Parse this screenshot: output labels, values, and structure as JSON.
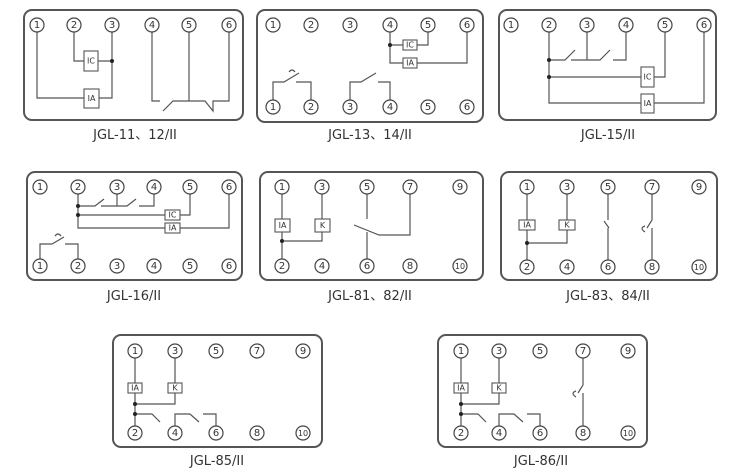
{
  "diagrams": [
    {
      "caption": "JGL-11、12/II",
      "top": [
        "1",
        "2",
        "3",
        "4",
        "5",
        "6"
      ],
      "bottom": [],
      "boxes": [
        "IC",
        "IA"
      ]
    },
    {
      "caption": "JGL-13、14/II",
      "top": [
        "1",
        "2",
        "3",
        "4",
        "5",
        "6"
      ],
      "bottom": [
        "1",
        "2",
        "3",
        "4",
        "5",
        "6"
      ],
      "boxes": [
        "IC",
        "IA"
      ]
    },
    {
      "caption": "JGL-15/II",
      "top": [
        "1",
        "2",
        "3",
        "4",
        "5",
        "6"
      ],
      "bottom": [],
      "boxes": [
        "IC",
        "IA"
      ]
    },
    {
      "caption": "JGL-16/II",
      "top": [
        "1",
        "2",
        "3",
        "4",
        "5",
        "6"
      ],
      "bottom": [
        "1",
        "2",
        "3",
        "4",
        "5",
        "6"
      ],
      "boxes": [
        "IC",
        "IA"
      ]
    },
    {
      "caption": "JGL-81、82/II",
      "top": [
        "1",
        "3",
        "5",
        "7",
        "9"
      ],
      "bottom": [
        "2",
        "4",
        "6",
        "8",
        "10"
      ],
      "boxes": [
        "IA",
        "K"
      ]
    },
    {
      "caption": "JGL-83、84/II",
      "top": [
        "1",
        "3",
        "5",
        "7",
        "9"
      ],
      "bottom": [
        "2",
        "4",
        "6",
        "8",
        "10"
      ],
      "boxes": [
        "IA",
        "K"
      ]
    },
    {
      "caption": "JGL-85/II",
      "top": [
        "1",
        "3",
        "5",
        "7",
        "9"
      ],
      "bottom": [
        "2",
        "4",
        "6",
        "8",
        "10"
      ],
      "boxes": [
        "IA",
        "K"
      ]
    },
    {
      "caption": "JGL-86/II",
      "top": [
        "1",
        "3",
        "5",
        "7",
        "9"
      ],
      "bottom": [
        "2",
        "4",
        "6",
        "8",
        "10"
      ],
      "boxes": [
        "IA",
        "K"
      ]
    }
  ]
}
